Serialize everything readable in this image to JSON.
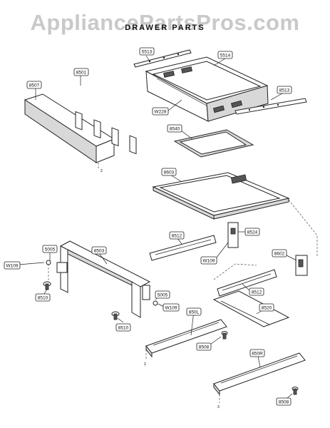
{
  "watermark": "AppliancePartsPros.com",
  "title": "DRAWER PARTS",
  "labels": {
    "l5513": "5513",
    "l5514": "5514",
    "l8513": "8513",
    "l8501": "8501",
    "l8507": "8507",
    "lW228": "W228",
    "l8540": "8540",
    "l8603": "8603",
    "l8512a": "8512",
    "l8524": "8524",
    "l5005a": "5005",
    "l8503": "8503",
    "lW109a": "W109",
    "lW109b": "W109",
    "l8602": "8602",
    "l8510a": "8510",
    "l8512b": "8512",
    "l5005b": "5005",
    "lW109c": "W109",
    "l8520": "8520",
    "l850L": "850L",
    "l8510b": "8510",
    "l8508a": "8508",
    "l850R": "850R",
    "l8508b": "8508"
  }
}
